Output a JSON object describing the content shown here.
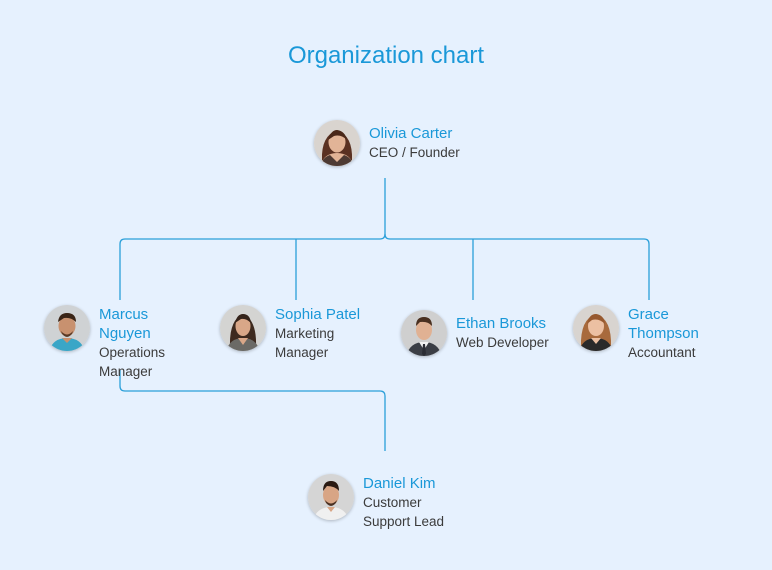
{
  "title": "Organization chart",
  "nodes": {
    "olivia": {
      "name": "Olivia Carter",
      "role": "CEO / Founder"
    },
    "marcus": {
      "name_lines": [
        "Marcus",
        "Nguyen"
      ],
      "role_lines": [
        "Operations",
        "Manager"
      ]
    },
    "sophia": {
      "name": "Sophia Patel",
      "role_lines": [
        "Marketing",
        "Manager"
      ]
    },
    "ethan": {
      "name": "Ethan Brooks",
      "role": "Web Developer"
    },
    "grace": {
      "name_lines": [
        "Grace",
        "Thompson"
      ],
      "role": "Accountant"
    },
    "daniel": {
      "name": "Daniel Kim",
      "role_lines": [
        "Customer",
        "Support Lead"
      ]
    }
  },
  "colors": {
    "background": "#e6f1fe",
    "accent": "#1a98d8",
    "connector": "#2a9fd9",
    "text": "#3b3b3b"
  },
  "icons": {
    "avatar": "person-photo-avatar"
  }
}
